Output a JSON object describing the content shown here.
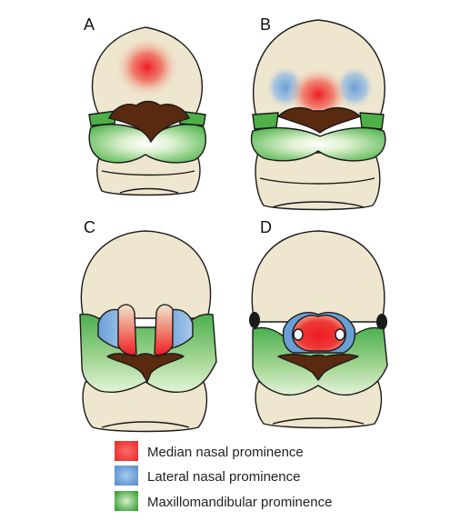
{
  "panels": [
    {
      "id": "A",
      "label": "A"
    },
    {
      "id": "B",
      "label": "B"
    },
    {
      "id": "C",
      "label": "C"
    },
    {
      "id": "D",
      "label": "D"
    }
  ],
  "legend": [
    {
      "key": "median",
      "label": "Median nasal prominence",
      "color": "#e8322d"
    },
    {
      "key": "lateral",
      "label": "Lateral nasal prominence",
      "color": "#6a9fd6"
    },
    {
      "key": "maxillo",
      "label": "Maxillomandibular prominence",
      "color": "#4fb04a"
    }
  ],
  "colors": {
    "skin": "#efe6cf",
    "mouth": "#5a2a10",
    "green_dark": "#4caf50",
    "green_light": "#d8eec8",
    "red": "#ed1c24",
    "blue": "#6a9fd6",
    "eye": "#1a1a1a"
  }
}
